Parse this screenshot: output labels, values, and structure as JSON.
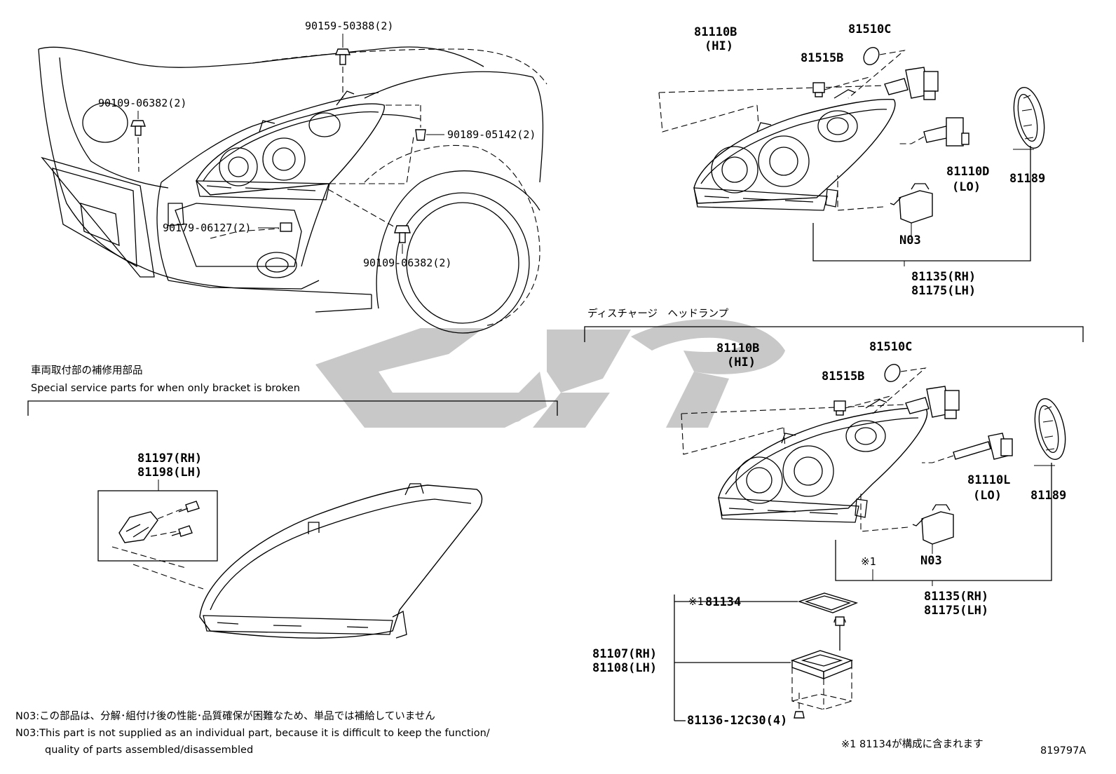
{
  "labels": {
    "p_90159": "90159-50388(2)",
    "p_90109_top": "90109-06382(2)",
    "p_90189": "90189-05142(2)",
    "p_90179": "90179-06127(2)",
    "p_90109_bot": "90109-06382(2)",
    "p_81110b_1": "81110B",
    "p_hi_1": "(HI)",
    "p_81510c_1": "81510C",
    "p_81515b_1": "81515B",
    "p_81110d": "81110D",
    "p_lo_1": "(LO)",
    "p_81189_1": "81189",
    "p_n03_1": "N03",
    "p_81135_1": "81135(RH)",
    "p_81175_1": "81175(LH)",
    "discharge_title": "ディスチャージ　ヘッドランプ",
    "p_81110b_2": "81110B",
    "p_hi_2": "(HI)",
    "p_81510c_2": "81510C",
    "p_81515b_2": "81515B",
    "p_81110l": "81110L",
    "p_lo_2": "(LO)",
    "p_81189_2": "81189",
    "p_n03_2": "N03",
    "p_ref1_mark": "※1",
    "p_81135_2": "81135(RH)",
    "p_81175_2": "81175(LH)",
    "p_81134_mark": "※1",
    "p_81134": "81134",
    "p_81107": "81107(RH)",
    "p_81108": "81108(LH)",
    "p_81136": "81136-12C30(4)",
    "bracket_title_jp": "車両取付部の補修用部品",
    "bracket_title_en": "Special service parts for when only bracket is broken",
    "p_81197": "81197(RH)",
    "p_81198": "81198(LH)",
    "note_jp": "N03:この部品は、分解･組付け後の性能･品質確保が困難なため、単品では補給していません",
    "note_en_1": "N03:This part is not supplied as an individual part, because it is difficult to keep the function/",
    "note_en_2": "quality of parts assembled/disassembled",
    "footnote": "※1 81134が構成に含まれます",
    "diagram_id": "819797A"
  },
  "watermark_colors": {
    "shape": "#c8c8c8"
  }
}
